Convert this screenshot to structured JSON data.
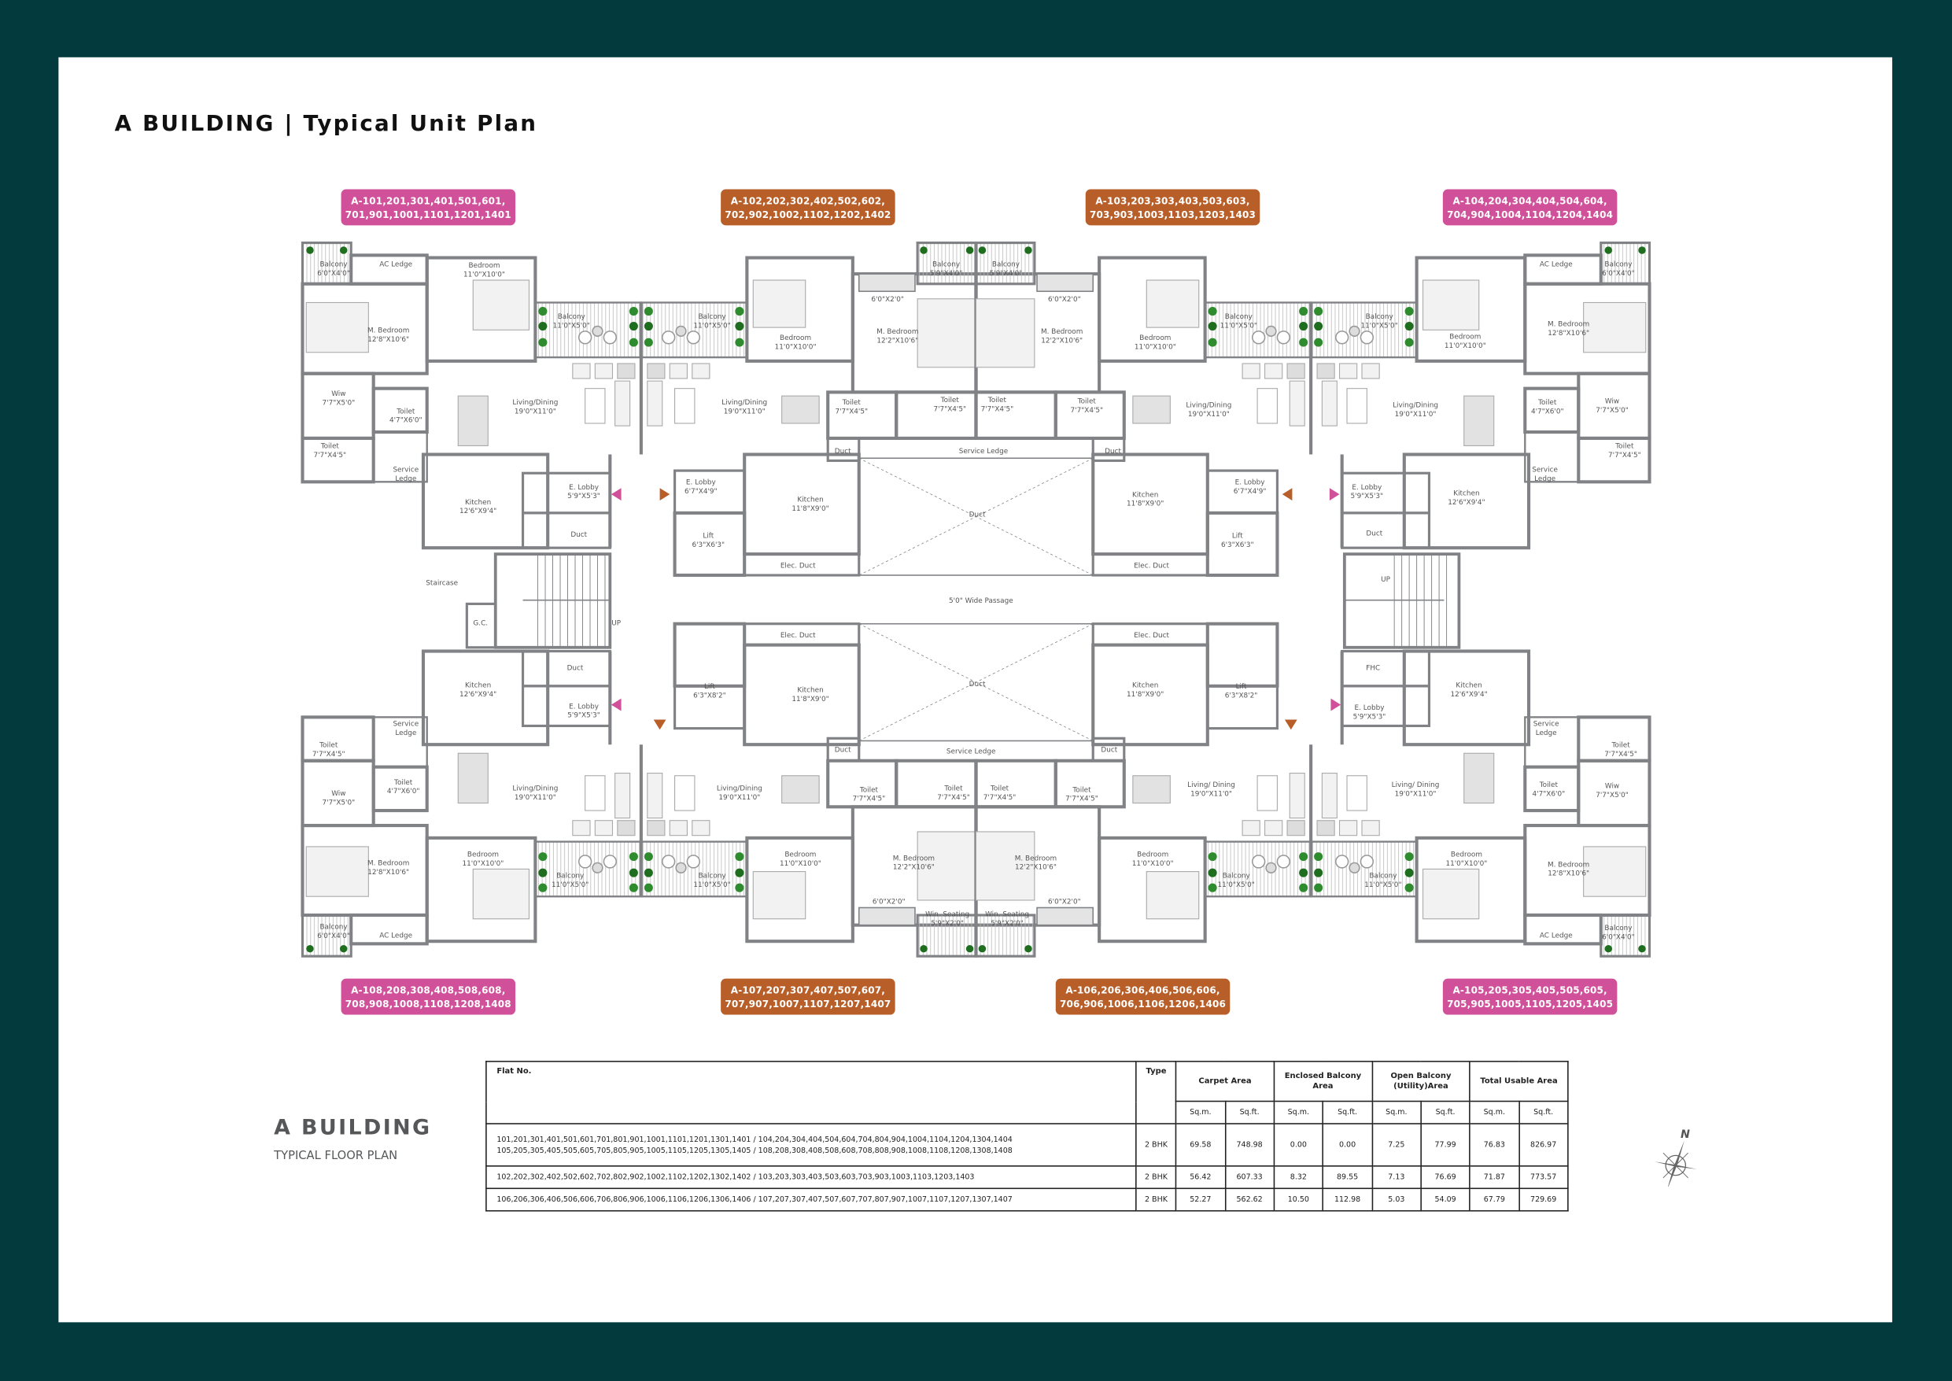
{
  "title": "A BUILDING | Typical Unit Plan",
  "colors": {
    "background": "#033a3e",
    "pink": "#d0509a",
    "orange": "#b85e28",
    "wall": "#808285"
  },
  "tags": [
    {
      "line1": "A-101,201,301,401,501,601,",
      "line2": "701,901,1001,1101,1201,1401",
      "color": "pink"
    },
    {
      "line1": "A-102,202,302,402,502,602,",
      "line2": "702,902,1002,1102,1202,1402",
      "color": "orange"
    },
    {
      "line1": "A-103,203,303,403,503,603,",
      "line2": "703,903,1003,1103,1203,1403",
      "color": "orange"
    },
    {
      "line1": "A-104,204,304,404,504,604,",
      "line2": "704,904,1004,1104,1204,1404",
      "color": "pink"
    },
    {
      "line1": "A-108,208,308,408,508,608,",
      "line2": "708,908,1008,1108,1208,1408",
      "color": "pink"
    },
    {
      "line1": "A-107,207,307,407,507,607,",
      "line2": "707,907,1007,1107,1207,1407",
      "color": "orange"
    },
    {
      "line1": "A-106,206,306,406,506,606,",
      "line2": "706,906,1006,1106,1206,1406",
      "color": "orange"
    },
    {
      "line1": "A-105,205,305,405,505,605,",
      "line2": "705,905,1005,1105,1205,1405",
      "color": "pink"
    }
  ],
  "rooms": [
    [
      "Balcony",
      "6'0\"X4'0\""
    ],
    [
      "AC Ledge"
    ],
    [
      "Bedroom",
      "11'0\"X10'0\""
    ],
    [
      "M. Bedroom",
      "12'8\"X10'6\""
    ],
    [
      "Balcony",
      "11'0\"X5'0\""
    ],
    [
      "Living/Dining",
      "19'0\"X11'0\""
    ],
    [
      "Wiw",
      "7'7\"X5'0\""
    ],
    [
      "Toilet",
      "4'7\"X6'0\""
    ],
    [
      "Toilet",
      "7'7\"X4'5\""
    ],
    [
      "Service",
      "Ledge"
    ],
    [
      "Kitchen",
      "12'6\"X9'4\""
    ],
    [
      "E. Lobby",
      "5'9\"X5'3\""
    ],
    [
      "Duct"
    ],
    [
      "Balcony",
      "11'0\"X5'0\""
    ],
    [
      "Living/Dining",
      "19'0\"X11'0\""
    ],
    [
      "Bedroom",
      "11'0\"X10'0\""
    ],
    [
      "M. Bedroom",
      "12'2\"X10'6\""
    ],
    [
      "6'0\"X2'0\""
    ],
    [
      "Balcony",
      "5'9\"X4'0\""
    ],
    [
      "Toilet",
      "7'7\"X4'5\""
    ],
    [
      "Toilet",
      "7'7\"X4'5\""
    ],
    [
      "Duct"
    ],
    [
      "Kitchen",
      "11'8\"X9'0\""
    ],
    [
      "Elec. Duct"
    ],
    [
      "E. Lobby",
      "6'7\"X4'9\""
    ],
    [
      "Lift",
      "6'3\"X6'3\""
    ],
    [
      "Balcony",
      "5'9\"X4'0\""
    ],
    [
      "M. Bedroom",
      "12'2\"X10'6\""
    ],
    [
      "6'0\"X2'0\""
    ],
    [
      "Bedroom",
      "11'0\"X10'0\""
    ],
    [
      "Toilet",
      "7'7\"X4'5\""
    ],
    [
      "Toilet",
      "7'7\"X4'5\""
    ],
    [
      "Duct"
    ],
    [
      "Kitchen",
      "11'8\"X9'0\""
    ],
    [
      "Elec. Duct"
    ],
    [
      "Balcony",
      "11'0\"X5'0\""
    ],
    [
      "Living/Dining",
      "19'0\"X11'0\""
    ],
    [
      "E. Lobby",
      "6'7\"X4'9\""
    ],
    [
      "Lift",
      "6'3\"X6'3\""
    ],
    [
      "Balcony",
      "11'0\"X5'0\""
    ],
    [
      "Living/Dining",
      "19'0\"X11'0\""
    ],
    [
      "Bedroom",
      "11'0\"X10'0\""
    ],
    [
      "AC Ledge"
    ],
    [
      "Balcony",
      "6'0\"X4'0\""
    ],
    [
      "M. Bedroom",
      "12'8\"X10'6\""
    ],
    [
      "Toilet",
      "4'7\"X6'0\""
    ],
    [
      "Wiw",
      "7'7\"X5'0\""
    ],
    [
      "Toilet",
      "7'7\"X4'5\""
    ],
    [
      "Service",
      "Ledge"
    ],
    [
      "Kitchen",
      "12'6\"X9'4\""
    ],
    [
      "E. Lobby",
      "5'9\"X5'3\""
    ],
    [
      "Duct"
    ],
    [
      "Service Ledge"
    ],
    [
      "Duct"
    ],
    [
      "Staircase"
    ],
    [
      "G.C."
    ],
    [
      "UP"
    ],
    [
      "UP"
    ],
    [
      "5'0\" Wide Passage"
    ],
    [
      "Duct"
    ],
    [
      "Service Ledge"
    ],
    [
      "Kitchen",
      "12'6\"X9'4\""
    ],
    [
      "Duct"
    ],
    [
      "E. Lobby",
      "5'9\"X5'3\""
    ],
    [
      "Service",
      "Ledge"
    ],
    [
      "Toilet",
      "7'7\"X4'5\""
    ],
    [
      "Toilet",
      "4'7\"X6'0\""
    ],
    [
      "Wiw",
      "7'7\"X5'0\""
    ],
    [
      "Living/Dining",
      "19'0\"X11'0\""
    ],
    [
      "Bedroom",
      "11'0\"X10'0\""
    ],
    [
      "M. Bedroom",
      "12'8\"X10'6\""
    ],
    [
      "Balcony",
      "11'0\"X5'0\""
    ],
    [
      "Balcony",
      "6'0\"X4'0\""
    ],
    [
      "AC Ledge"
    ],
    [
      "Lift",
      "6'3\"X8'2\""
    ],
    [
      "Balcony",
      "11'0\"X5'0\""
    ],
    [
      "Living/Dining",
      "19'0\"X11'0\""
    ],
    [
      "Elec. Duct"
    ],
    [
      "Kitchen",
      "11'8\"X9'0\""
    ],
    [
      "Duct"
    ],
    [
      "Toilet",
      "7'7\"X4'5\""
    ],
    [
      "Toilet",
      "7'7\"X4'5\""
    ],
    [
      "Bedroom",
      "11'0\"X10'0\""
    ],
    [
      "M. Bedroom",
      "12'2\"X10'6\""
    ],
    [
      "6'0\"X2'0\""
    ],
    [
      "Win. Seating",
      "5'9\"X2'0\""
    ],
    [
      "Win. Seating",
      "5'9\"X2'0\""
    ],
    [
      "M. Bedroom",
      "12'2\"X10'6\""
    ],
    [
      "6'0\"X2'0\""
    ],
    [
      "Toilet",
      "7'7\"X4'5\""
    ],
    [
      "Toilet",
      "7'7\"X4'5\""
    ],
    [
      "Duct"
    ],
    [
      "Kitchen",
      "11'8\"X9'0\""
    ],
    [
      "Elec. Duct"
    ],
    [
      "Lift",
      "6'3\"X8'2\""
    ],
    [
      "Bedroom",
      "11'0\"X10'0\""
    ],
    [
      "Balcony",
      "11'0\"X5'0\""
    ],
    [
      "Living/ Dining",
      "19'0\"X11'0\""
    ],
    [
      "Balcony",
      "11'0\"X5'0\""
    ],
    [
      "Living/ Dining",
      "19'0\"X11'0\""
    ],
    [
      "FHC"
    ],
    [
      "E. Lobby",
      "5'9\"X5'3\""
    ],
    [
      "Kitchen",
      "12'6\"X9'4\""
    ],
    [
      "Service",
      "Ledge"
    ],
    [
      "Toilet",
      "7'7\"X4'5\""
    ],
    [
      "Toilet",
      "4'7\"X6'0\""
    ],
    [
      "Wiw",
      "7'7\"X5'0\""
    ],
    [
      "Bedroom",
      "11'0\"X10'0\""
    ],
    [
      "M. Bedroom",
      "12'8\"X10'6\""
    ],
    [
      "Balcony",
      "6'0\"X4'0\""
    ],
    [
      "AC Ledge"
    ]
  ],
  "building": {
    "name": "A BUILDING",
    "subtitle": "TYPICAL FLOOR PLAN"
  },
  "compass": {
    "label": "N"
  },
  "table": {
    "headers": {
      "flat": "Flat No.",
      "type": "Type",
      "carpet": "Carpet Area",
      "enclosed": "Enclosed Balcony Area",
      "open": "Open Balcony (Utility)Area",
      "total": "Total Usable Area",
      "sqm": "Sq.m.",
      "sqft": "Sq.ft."
    },
    "rows": [
      {
        "flat1": "101,201,301,401,501,601,701,801,901,1001,1101,1201,1301,1401 / 104,204,304,404,504,604,704,804,904,1004,1104,1204,1304,1404",
        "flat2": "105,205,305,405,505,605,705,805,905,1005,1105,1205,1305,1405 / 108,208,308,408,508,608,708,808,908,1008,1108,1208,1308,1408",
        "type": "2 BHK",
        "vals": [
          "69.58",
          "748.98",
          "0.00",
          "0.00",
          "7.25",
          "77.99",
          "76.83",
          "826.97"
        ]
      },
      {
        "flat1": "102,202,302,402,502,602,702,802,902,1002,1102,1202,1302,1402 / 103,203,303,403,503,603,703,903,1003,1103,1203,1403",
        "flat2": "",
        "type": "2 BHK",
        "vals": [
          "56.42",
          "607.33",
          "8.32",
          "89.55",
          "7.13",
          "76.69",
          "71.87",
          "773.57"
        ]
      },
      {
        "flat1": "106,206,306,406,506,606,706,806,906,1006,1106,1206,1306,1406 / 107,207,307,407,507,607,707,807,907,1007,1107,1207,1307,1407",
        "flat2": "",
        "type": "2 BHK",
        "vals": [
          "52.27",
          "562.62",
          "10.50",
          "112.98",
          "5.03",
          "54.09",
          "67.79",
          "729.69"
        ]
      }
    ]
  }
}
